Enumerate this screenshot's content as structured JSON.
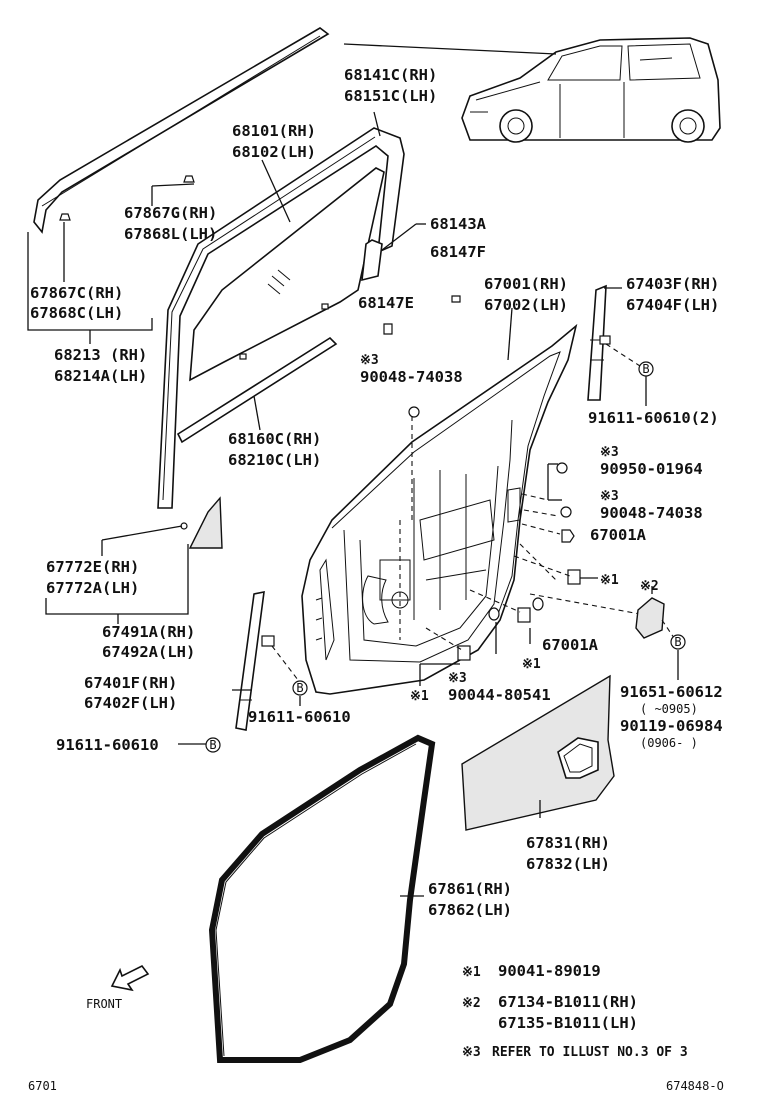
{
  "labels": {
    "p68141c": "68141C(RH)",
    "p68151c": "68151C(LH)",
    "p68101": "68101(RH)",
    "p68102": "68102(LH)",
    "p67867g": "67867G(RH)",
    "p67868l": "67868L(LH)",
    "p67867c": "67867C(RH)",
    "p67868c": "67868C(LH)",
    "p68213": "68213 (RH)",
    "p68214a": "68214A(LH)",
    "p68143a": "68143A",
    "p68147f": "68147F",
    "p68147e": "68147E",
    "p67001": "67001(RH)",
    "p67002": "67002(LH)",
    "p67403f": "67403F(RH)",
    "p67404f": "67404F(LH)",
    "p90048a": "90048-74038",
    "p91611_2": "91611-60610(2)",
    "p68160c": "68160C(RH)",
    "p68210c": "68210C(LH)",
    "p90950": "90950-01964",
    "p90048b": "90048-74038",
    "p67001a_1": "67001A",
    "p67772e": "67772E(RH)",
    "p67772a": "67772A(LH)",
    "p67491a": "67491A(RH)",
    "p67492a": "67492A(LH)",
    "p67001a_2": "67001A",
    "p67401f": "67401F(RH)",
    "p67402f": "67402F(LH)",
    "p91611_a": "91611-60610",
    "p91611_b": "91611-60610",
    "p90044": "90044-80541",
    "p91651": "91651-60612",
    "p0905": "(    ~0905)",
    "p90119": "90119-06984",
    "p0906": "(0906-    )",
    "p67831": "67831(RH)",
    "p67832": "67832(LH)",
    "p67861": "67861(RH)",
    "p67862": "67862(LH)"
  },
  "markers": {
    "m3a": "※3",
    "m3b": "※3",
    "m3c": "※3",
    "m3d": "※3",
    "m1a": "※1",
    "m1b": "※1",
    "m1c": "※1",
    "m2": "※2",
    "bolt": "B"
  },
  "legend": {
    "l1_mark": "※1",
    "l1_text": "90041-89019",
    "l2_mark": "※2",
    "l2_text_a": "67134-B1011(RH)",
    "l2_text_b": "67135-B1011(LH)",
    "l3_mark": "※3",
    "l3_text": "REFER TO ILLUST NO.3 OF 3"
  },
  "front_label": "FRONT",
  "footer": {
    "left_code": "6701",
    "right_code": "674848-O"
  }
}
